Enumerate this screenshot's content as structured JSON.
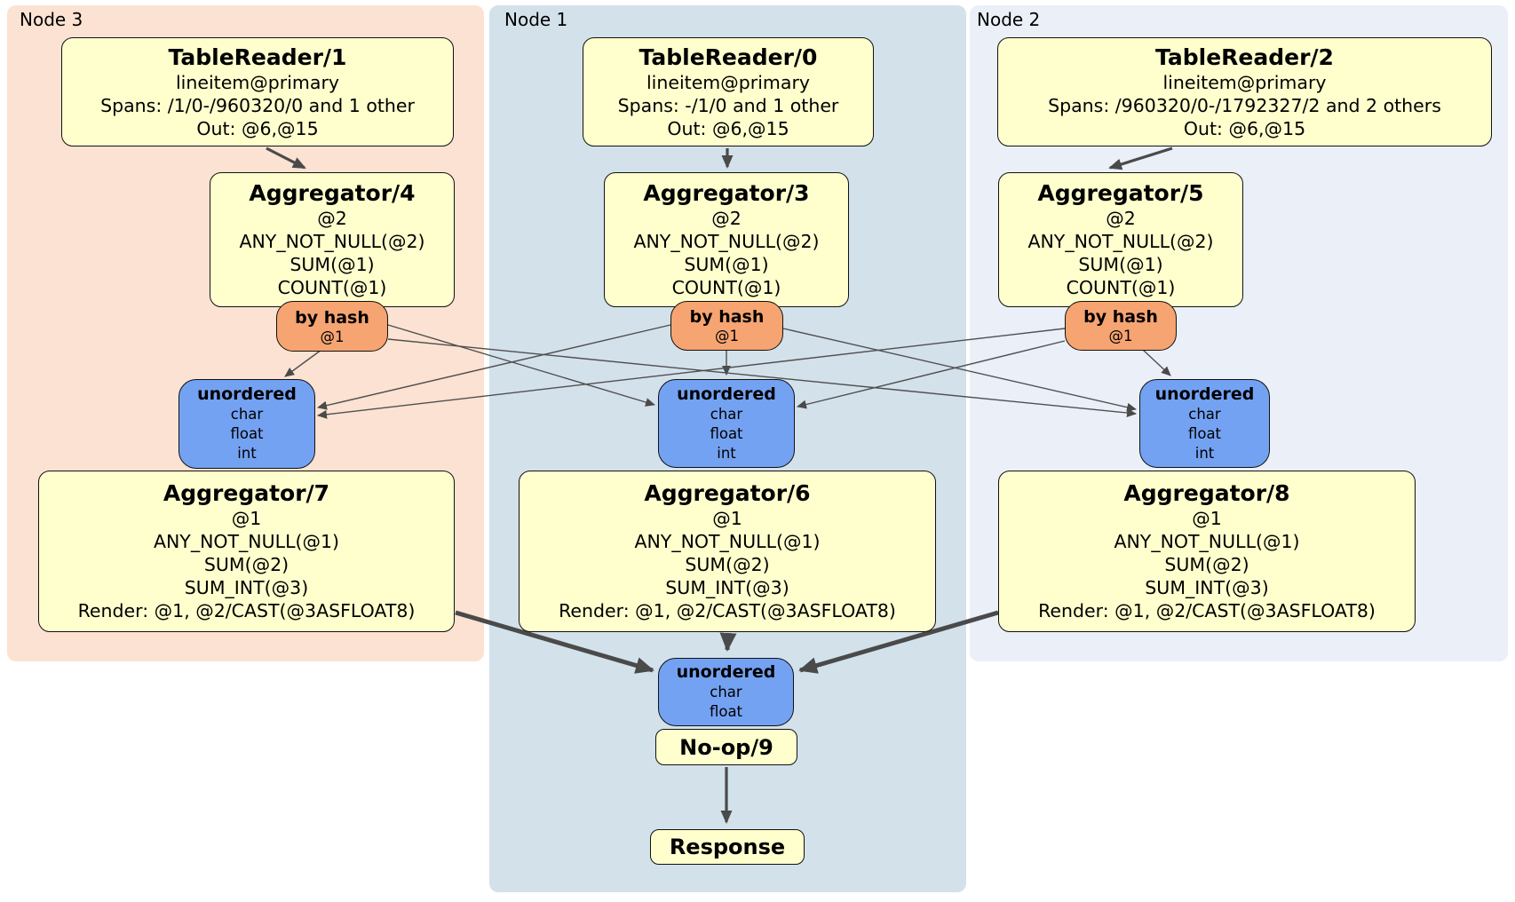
{
  "palette": {
    "page_bg": "#ffffff",
    "node3_bg": "#FBE2D2",
    "node1_bg": "#D3E1EB",
    "node2_bg": "#EAEFF8",
    "box_yellow": "#FFFFCE",
    "router_orange": "#F6A471",
    "sync_blue": "#74A2F2",
    "border": "#111111",
    "edge": "#4a4a4a"
  },
  "regions": {
    "node3": {
      "label": "Node 3"
    },
    "node1": {
      "label": "Node 1"
    },
    "node2": {
      "label": "Node 2"
    }
  },
  "processors": {
    "tr1": {
      "title": "TableReader/1",
      "lines": [
        "lineitem@primary",
        "Spans: /1/0-/960320/0 and 1 other",
        "Out: @6,@15"
      ]
    },
    "tr0": {
      "title": "TableReader/0",
      "lines": [
        "lineitem@primary",
        "Spans: -/1/0 and 1 other",
        "Out: @6,@15"
      ]
    },
    "tr2": {
      "title": "TableReader/2",
      "lines": [
        "lineitem@primary",
        "Spans: /960320/0-/1792327/2 and 2 others",
        "Out: @6,@15"
      ]
    },
    "agg4": {
      "title": "Aggregator/4",
      "lines": [
        "@2",
        "ANY_NOT_NULL(@2)",
        "SUM(@1)",
        "COUNT(@1)"
      ]
    },
    "agg3": {
      "title": "Aggregator/3",
      "lines": [
        "@2",
        "ANY_NOT_NULL(@2)",
        "SUM(@1)",
        "COUNT(@1)"
      ]
    },
    "agg5": {
      "title": "Aggregator/5",
      "lines": [
        "@2",
        "ANY_NOT_NULL(@2)",
        "SUM(@1)",
        "COUNT(@1)"
      ]
    },
    "router3": {
      "title": "by hash",
      "lines": [
        "@1"
      ]
    },
    "router1": {
      "title": "by hash",
      "lines": [
        "@1"
      ]
    },
    "router2": {
      "title": "by hash",
      "lines": [
        "@1"
      ]
    },
    "sync3": {
      "title": "unordered",
      "lines": [
        "char",
        "float",
        "int"
      ]
    },
    "sync1": {
      "title": "unordered",
      "lines": [
        "char",
        "float",
        "int"
      ]
    },
    "sync2": {
      "title": "unordered",
      "lines": [
        "char",
        "float",
        "int"
      ]
    },
    "agg7": {
      "title": "Aggregator/7",
      "lines": [
        "@1",
        "ANY_NOT_NULL(@1)",
        "SUM(@2)",
        "SUM_INT(@3)",
        "Render: @1, @2/CAST(@3ASFLOAT8)"
      ]
    },
    "agg6": {
      "title": "Aggregator/6",
      "lines": [
        "@1",
        "ANY_NOT_NULL(@1)",
        "SUM(@2)",
        "SUM_INT(@3)",
        "Render: @1, @2/CAST(@3ASFLOAT8)"
      ]
    },
    "agg8": {
      "title": "Aggregator/8",
      "lines": [
        "@1",
        "ANY_NOT_NULL(@1)",
        "SUM(@2)",
        "SUM_INT(@3)",
        "Render: @1, @2/CAST(@3ASFLOAT8)"
      ]
    },
    "syncFinal": {
      "title": "unordered",
      "lines": [
        "char",
        "float"
      ]
    },
    "noop": {
      "title": "No-op/9"
    },
    "response": {
      "title": "Response"
    }
  }
}
